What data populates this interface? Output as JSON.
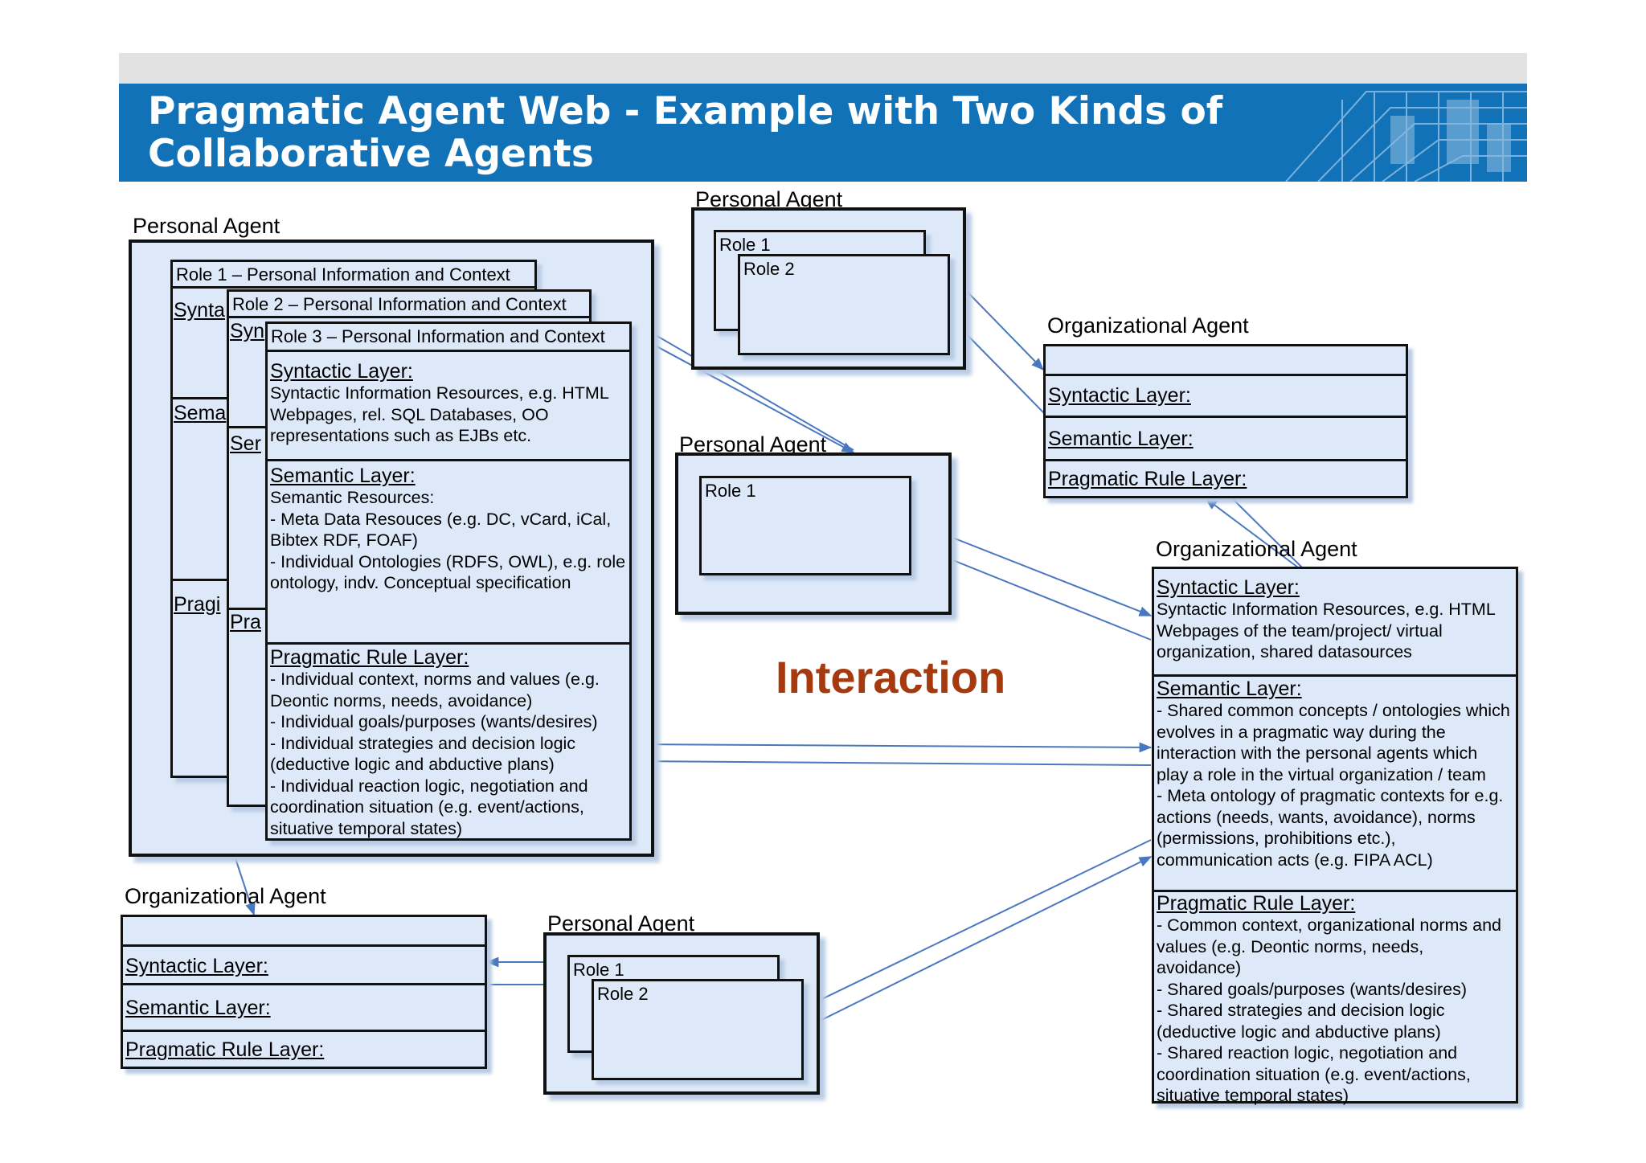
{
  "header": {
    "title": "Pragmatic Agent Web - Example with Two Kinds of Collaborative Agents"
  },
  "labels": {
    "personal_agent": "Personal Agent",
    "organizational_agent": "Organizational Agent",
    "interaction": "Interaction"
  },
  "roles": {
    "role1": "Role 1",
    "role2": "Role 2",
    "role1_full": "Role 1 – Personal Information and Context",
    "role2_full": "Role 2 – Personal Information and Context",
    "role3_full": "Role 3 – Personal Information and Context"
  },
  "stubs": {
    "synta": "Synta",
    "syn": "Syn",
    "sema": "Sema",
    "ser": "Ser",
    "pragi": "Pragi",
    "pra": "Pra"
  },
  "layers": {
    "syntactic": "Syntactic Layer:",
    "semantic": "Semantic Layer:",
    "pragmatic": "Pragmatic Rule Layer:"
  },
  "personal_main": {
    "syntactic_body": "Syntactic Information Resources, e.g. HTML Webpages, rel. SQL Databases, OO representations such as EJBs etc.",
    "semantic_body": "Semantic Resources:\n- Meta Data Resouces (e.g. DC, vCard, iCal, Bibtex RDF, FOAF)\n- Individual Ontologies (RDFS, OWL), e.g. role ontology, indv. Conceptual specification",
    "pragmatic_body": "- Individual context, norms and values (e.g. Deontic norms, needs, avoidance)\n- Individual goals/purposes (wants/desires)\n- Individual strategies and decision logic (deductive logic and abductive plans)\n- Individual reaction logic,  negotiation and coordination situation (e.g. event/actions, situative temporal states)"
  },
  "org_main": {
    "syntactic_body": "Syntactic Information Resources, e.g. HTML Webpages of the team/project/ virtual organization, shared datasources",
    "semantic_body": "- Shared common concepts / ontologies which evolves in a pragmatic way during the interaction with the personal agents which play a role in the virtual organization / team\n- Meta ontology of pragmatic contexts for e.g. actions (needs, wants, avoidance), norms (permissions, prohibitions etc.), communication acts (e.g. FIPA ACL)",
    "pragmatic_body": "- Common context, organizational norms and values (e.g. Deontic norms, needs, avoidance)\n- Shared goals/purposes (wants/desires)\n- Shared strategies and decision logic (deductive logic and abductive plans)\n- Shared reaction logic,  negotiation and coordination situation (e.g. event/actions, situative temporal states)"
  },
  "colors": {
    "header_bg": "#1272b8",
    "box_fill": "#dde9f8",
    "arrow": "#4a78c0",
    "interaction_text": "#a63a0e"
  }
}
